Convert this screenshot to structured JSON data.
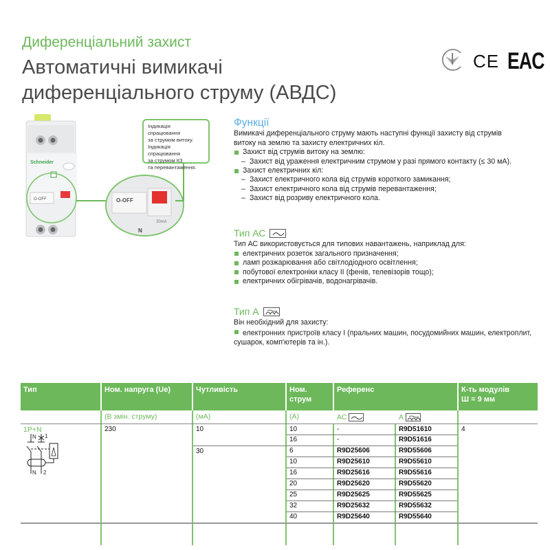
{
  "header": {
    "category": "Диференціальний захист",
    "title_line1": "Автоматичні вимикачі",
    "title_line2": "диференціального струму (АВДС)",
    "certifications": [
      "ukr-conformity-icon",
      "ce-mark-icon",
      "eac-mark-icon"
    ],
    "ce_label": "CE",
    "eac_label": "EAC"
  },
  "product_image": {
    "brand": "Schneider",
    "switch_label": "O-OFF",
    "rating_label": "30mA",
    "neutral_label": "N",
    "callout": {
      "line1": "Індикація спрацювання",
      "line2": "за струмом витоку.",
      "line3": "Індикація спрацювання",
      "line4": "за струмом КЗ",
      "line5": "та перевантаження."
    }
  },
  "functions": {
    "title": "Функції",
    "intro": "Вимикачі диференціального струму мають наступні функції захисту від струмів витоку на землю та захисту електричних кіл.",
    "groups": [
      {
        "label": "Захист від струмів витоку на землю:",
        "items": [
          "Захист від ураження електричним струмом у разі прямого контакту (≤ 30 мА)."
        ]
      },
      {
        "label": "Захист електричних кіл:",
        "items": [
          "Захист електричного кола від струмів короткого замикання;",
          "Захист електричного кола від струмів перевантаження;",
          "Захист від розриву електричного кола."
        ]
      }
    ]
  },
  "type_ac": {
    "title": "Тип АС",
    "icon": "ac-sine-wave-icon",
    "intro": "Тип АС використовується для типових навантажень, наприклад для:",
    "items": [
      "електричних розеток загального призначення;",
      "ламп розжарювання або світлодіодного освітлення;",
      "побутової електроніки класу II (фенів, телевізорів тощо);",
      "електричних обігрівачів, водонагрівачів."
    ]
  },
  "type_a": {
    "title": "Тип А",
    "icon": "a-pulsating-wave-icon",
    "intro": "Він необхідний для захисту:",
    "items": [
      "електронних пристроїв класу I (пральних машин, посудомийних машин, електроплит, сушарок, комп'ютерів та ін.)."
    ]
  },
  "table": {
    "colors": {
      "header_bg": "#6cb85a",
      "accent": "#6cb85a"
    },
    "headers": {
      "type": "Тип",
      "voltage": "Ном. напруга (Ue)",
      "sensitivity": "Чутливість",
      "current_line1": "Ном.",
      "current_line2": "струм",
      "reference": "Референс",
      "modules_line1": "К-ть модулів",
      "modules_line2": "Ш = 9 мм"
    },
    "subheaders": {
      "voltage": "(В змін. струму)",
      "sensitivity": "(мА)",
      "current": "(А)",
      "ref_ac": "АС",
      "ref_a": "А"
    },
    "type_value": "1P+N",
    "diagram_labels": {
      "top_n": "N",
      "top_1": "1",
      "bottom_n": "N",
      "bottom_2": "2"
    },
    "voltage_value": "230",
    "modules_value": "4",
    "groups": [
      {
        "sensitivity": "10",
        "rows": [
          {
            "current": "10",
            "ref_ac": "-",
            "ref_a": "R9D51610"
          },
          {
            "current": "16",
            "ref_ac": "-",
            "ref_a": "R9D51616"
          }
        ]
      },
      {
        "sensitivity": "30",
        "rows": [
          {
            "current": "6",
            "ref_ac": "R9D25606",
            "ref_a": "R9D55606"
          },
          {
            "current": "10",
            "ref_ac": "R9D25610",
            "ref_a": "R9D55610"
          },
          {
            "current": "16",
            "ref_ac": "R9D25616",
            "ref_a": "R9D55616"
          },
          {
            "current": "20",
            "ref_ac": "R9D25620",
            "ref_a": "R9D55620"
          },
          {
            "current": "25",
            "ref_ac": "R9D25625",
            "ref_a": "R9D55625"
          },
          {
            "current": "32",
            "ref_ac": "R9D25632",
            "ref_a": "R9D55632"
          },
          {
            "current": "40",
            "ref_ac": "R9D25640",
            "ref_a": "R9D55640"
          }
        ]
      }
    ]
  }
}
